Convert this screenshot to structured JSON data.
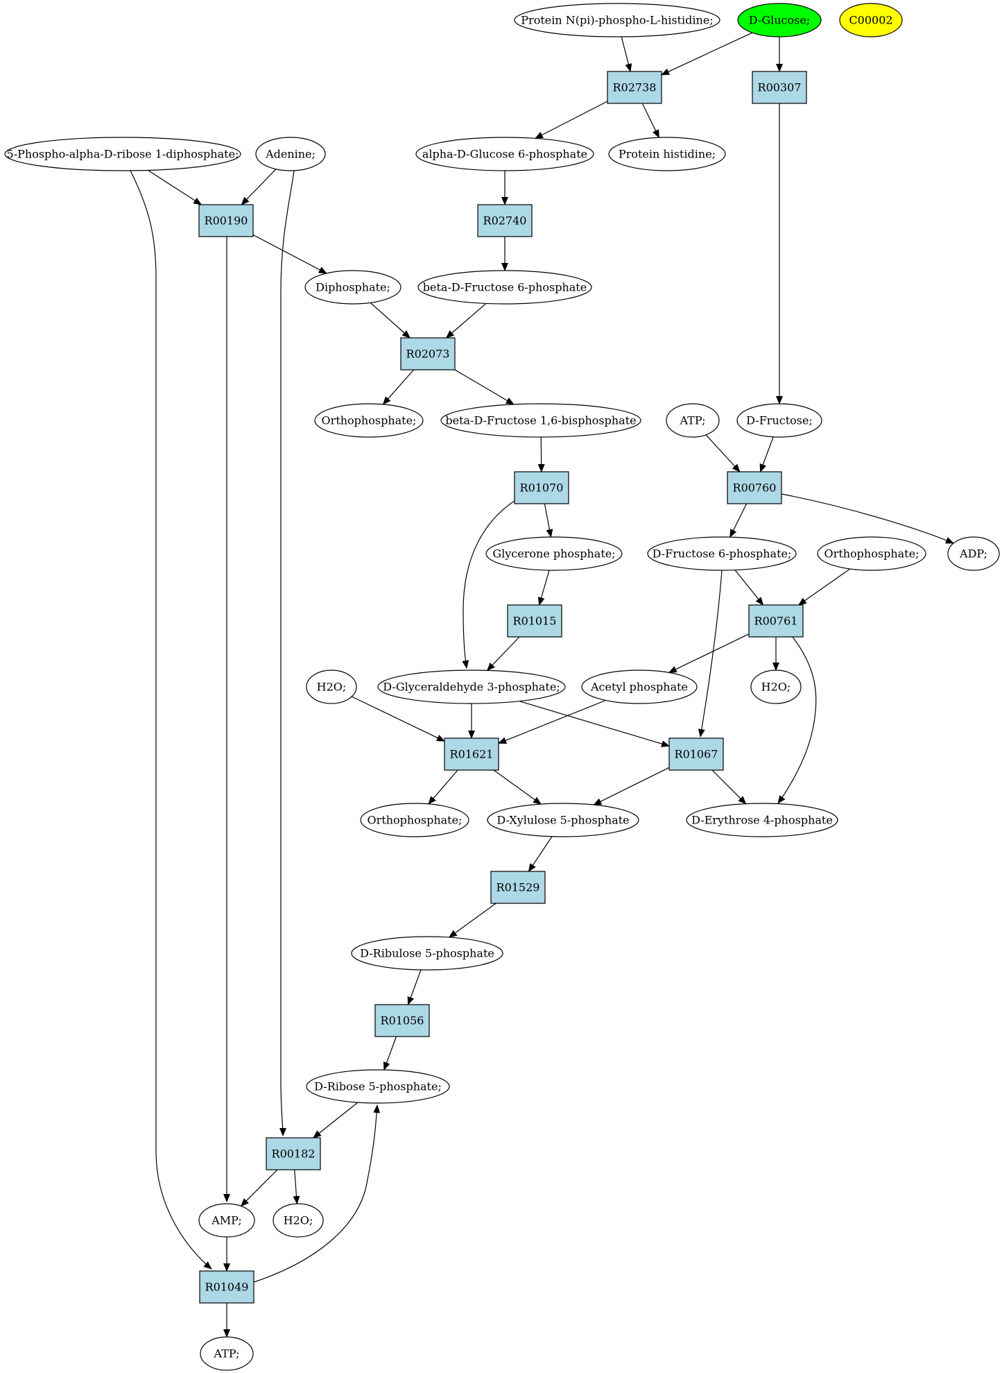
{
  "colors": {
    "reaction_fill": "#add8e6",
    "metabolite_fill": "#ffffff",
    "source_fill": "#00ff00",
    "highlight_fill": "#ffff00",
    "stroke": "#000000"
  },
  "reactions": [
    {
      "id": "r_R02738",
      "label": "R02738"
    },
    {
      "id": "r_R00307",
      "label": "R00307"
    },
    {
      "id": "r_R00190",
      "label": "R00190"
    },
    {
      "id": "r_R02740",
      "label": "R02740"
    },
    {
      "id": "r_R02073",
      "label": "R02073"
    },
    {
      "id": "r_R01070",
      "label": "R01070"
    },
    {
      "id": "r_R00760",
      "label": "R00760"
    },
    {
      "id": "r_R01015",
      "label": "R01015"
    },
    {
      "id": "r_R00761",
      "label": "R00761"
    },
    {
      "id": "r_R01621",
      "label": "R01621"
    },
    {
      "id": "r_R01067",
      "label": "R01067"
    },
    {
      "id": "r_R01529",
      "label": "R01529"
    },
    {
      "id": "r_R01056",
      "label": "R01056"
    },
    {
      "id": "r_R00182",
      "label": "R00182"
    },
    {
      "id": "r_R01049",
      "label": "R01049"
    }
  ],
  "metabolites": [
    {
      "id": "m_protein_nphis",
      "label": "Protein N(pi)-phospho-L-histidine;",
      "style": "normal"
    },
    {
      "id": "m_dglucose",
      "label": "D-Glucose;",
      "style": "source"
    },
    {
      "id": "m_c00002",
      "label": "C00002",
      "style": "highlight"
    },
    {
      "id": "m_prpp",
      "label": "5-Phospho-alpha-D-ribose 1-diphosphate;",
      "style": "normal"
    },
    {
      "id": "m_adenine",
      "label": "Adenine;",
      "style": "normal"
    },
    {
      "id": "m_adg6p",
      "label": "alpha-D-Glucose 6-phosphate",
      "style": "normal"
    },
    {
      "id": "m_protein_his",
      "label": "Protein histidine;",
      "style": "normal"
    },
    {
      "id": "m_diphosphate",
      "label": "Diphosphate;",
      "style": "normal"
    },
    {
      "id": "m_bdf6p",
      "label": "beta-D-Fructose 6-phosphate",
      "style": "normal"
    },
    {
      "id": "m_ortho1",
      "label": "Orthophosphate;",
      "style": "normal"
    },
    {
      "id": "m_bdf16bp",
      "label": "beta-D-Fructose 1,6-bisphosphate",
      "style": "normal"
    },
    {
      "id": "m_atp1",
      "label": "ATP;",
      "style": "normal"
    },
    {
      "id": "m_dfructose",
      "label": "D-Fructose;",
      "style": "normal"
    },
    {
      "id": "m_glycerone",
      "label": "Glycerone phosphate;",
      "style": "normal"
    },
    {
      "id": "m_df6p",
      "label": "D-Fructose 6-phosphate;",
      "style": "normal"
    },
    {
      "id": "m_ortho2",
      "label": "Orthophosphate;",
      "style": "normal"
    },
    {
      "id": "m_adp",
      "label": "ADP;",
      "style": "normal"
    },
    {
      "id": "m_h2o1",
      "label": "H2O;",
      "style": "normal"
    },
    {
      "id": "m_dga3p",
      "label": "D-Glyceraldehyde 3-phosphate;",
      "style": "normal"
    },
    {
      "id": "m_acetylp",
      "label": "Acetyl phosphate",
      "style": "normal"
    },
    {
      "id": "m_h2o2",
      "label": "H2O;",
      "style": "normal"
    },
    {
      "id": "m_ortho3",
      "label": "Orthophosphate;",
      "style": "normal"
    },
    {
      "id": "m_dx5p",
      "label": "D-Xylulose 5-phosphate",
      "style": "normal"
    },
    {
      "id": "m_de4p",
      "label": "D-Erythrose 4-phosphate",
      "style": "normal"
    },
    {
      "id": "m_dru5p",
      "label": "D-Ribulose 5-phosphate",
      "style": "normal"
    },
    {
      "id": "m_dr5p",
      "label": "D-Ribose 5-phosphate;",
      "style": "normal"
    },
    {
      "id": "m_amp",
      "label": "AMP;",
      "style": "normal"
    },
    {
      "id": "m_h2o3",
      "label": "H2O;",
      "style": "normal"
    },
    {
      "id": "m_atp2",
      "label": "ATP;",
      "style": "normal"
    }
  ],
  "edges": [
    {
      "from": "m_protein_nphis",
      "to": "r_R02738"
    },
    {
      "from": "m_dglucose",
      "to": "r_R02738"
    },
    {
      "from": "m_dglucose",
      "to": "r_R00307"
    },
    {
      "from": "r_R02738",
      "to": "m_adg6p"
    },
    {
      "from": "r_R02738",
      "to": "m_protein_his"
    },
    {
      "from": "m_prpp",
      "to": "r_R00190"
    },
    {
      "from": "m_adenine",
      "to": "r_R00190"
    },
    {
      "from": "m_prpp",
      "to": "r_R01049"
    },
    {
      "from": "m_adenine",
      "to": "r_R00182"
    },
    {
      "from": "r_R00190",
      "to": "m_diphosphate"
    },
    {
      "from": "r_R00190",
      "to": "m_amp"
    },
    {
      "from": "m_adg6p",
      "to": "r_R02740"
    },
    {
      "from": "r_R02740",
      "to": "m_bdf6p"
    },
    {
      "from": "m_diphosphate",
      "to": "r_R02073"
    },
    {
      "from": "m_bdf6p",
      "to": "r_R02073"
    },
    {
      "from": "r_R02073",
      "to": "m_ortho1"
    },
    {
      "from": "r_R02073",
      "to": "m_bdf16bp"
    },
    {
      "from": "r_R00307",
      "to": "m_dfructose"
    },
    {
      "from": "m_bdf16bp",
      "to": "r_R01070"
    },
    {
      "from": "m_atp1",
      "to": "r_R00760"
    },
    {
      "from": "m_dfructose",
      "to": "r_R00760"
    },
    {
      "from": "r_R01070",
      "to": "m_glycerone"
    },
    {
      "from": "r_R01070",
      "to": "m_dga3p"
    },
    {
      "from": "r_R00760",
      "to": "m_df6p"
    },
    {
      "from": "r_R00760",
      "to": "m_adp"
    },
    {
      "from": "m_glycerone",
      "to": "r_R01015"
    },
    {
      "from": "m_df6p",
      "to": "r_R00761"
    },
    {
      "from": "m_ortho2",
      "to": "r_R00761"
    },
    {
      "from": "m_df6p",
      "to": "r_R01067"
    },
    {
      "from": "r_R01015",
      "to": "m_dga3p"
    },
    {
      "from": "r_R00761",
      "to": "m_acetylp"
    },
    {
      "from": "r_R00761",
      "to": "m_h2o2"
    },
    {
      "from": "r_R00761",
      "to": "m_de4p"
    },
    {
      "from": "m_h2o1",
      "to": "r_R01621"
    },
    {
      "from": "m_dga3p",
      "to": "r_R01621"
    },
    {
      "from": "m_acetylp",
      "to": "r_R01621"
    },
    {
      "from": "m_dga3p",
      "to": "r_R01067"
    },
    {
      "from": "r_R01621",
      "to": "m_ortho3"
    },
    {
      "from": "r_R01621",
      "to": "m_dx5p"
    },
    {
      "from": "r_R01067",
      "to": "m_dx5p"
    },
    {
      "from": "r_R01067",
      "to": "m_de4p"
    },
    {
      "from": "m_dx5p",
      "to": "r_R01529"
    },
    {
      "from": "r_R01529",
      "to": "m_dru5p"
    },
    {
      "from": "m_dru5p",
      "to": "r_R01056"
    },
    {
      "from": "r_R01056",
      "to": "m_dr5p"
    },
    {
      "from": "m_dr5p",
      "to": "r_R00182"
    },
    {
      "from": "r_R00182",
      "to": "m_amp"
    },
    {
      "from": "r_R00182",
      "to": "m_h2o3"
    },
    {
      "from": "m_amp",
      "to": "r_R01049"
    },
    {
      "from": "r_R01049",
      "to": "m_atp2"
    },
    {
      "from": "r_R01049",
      "to": "m_dr5p"
    }
  ]
}
